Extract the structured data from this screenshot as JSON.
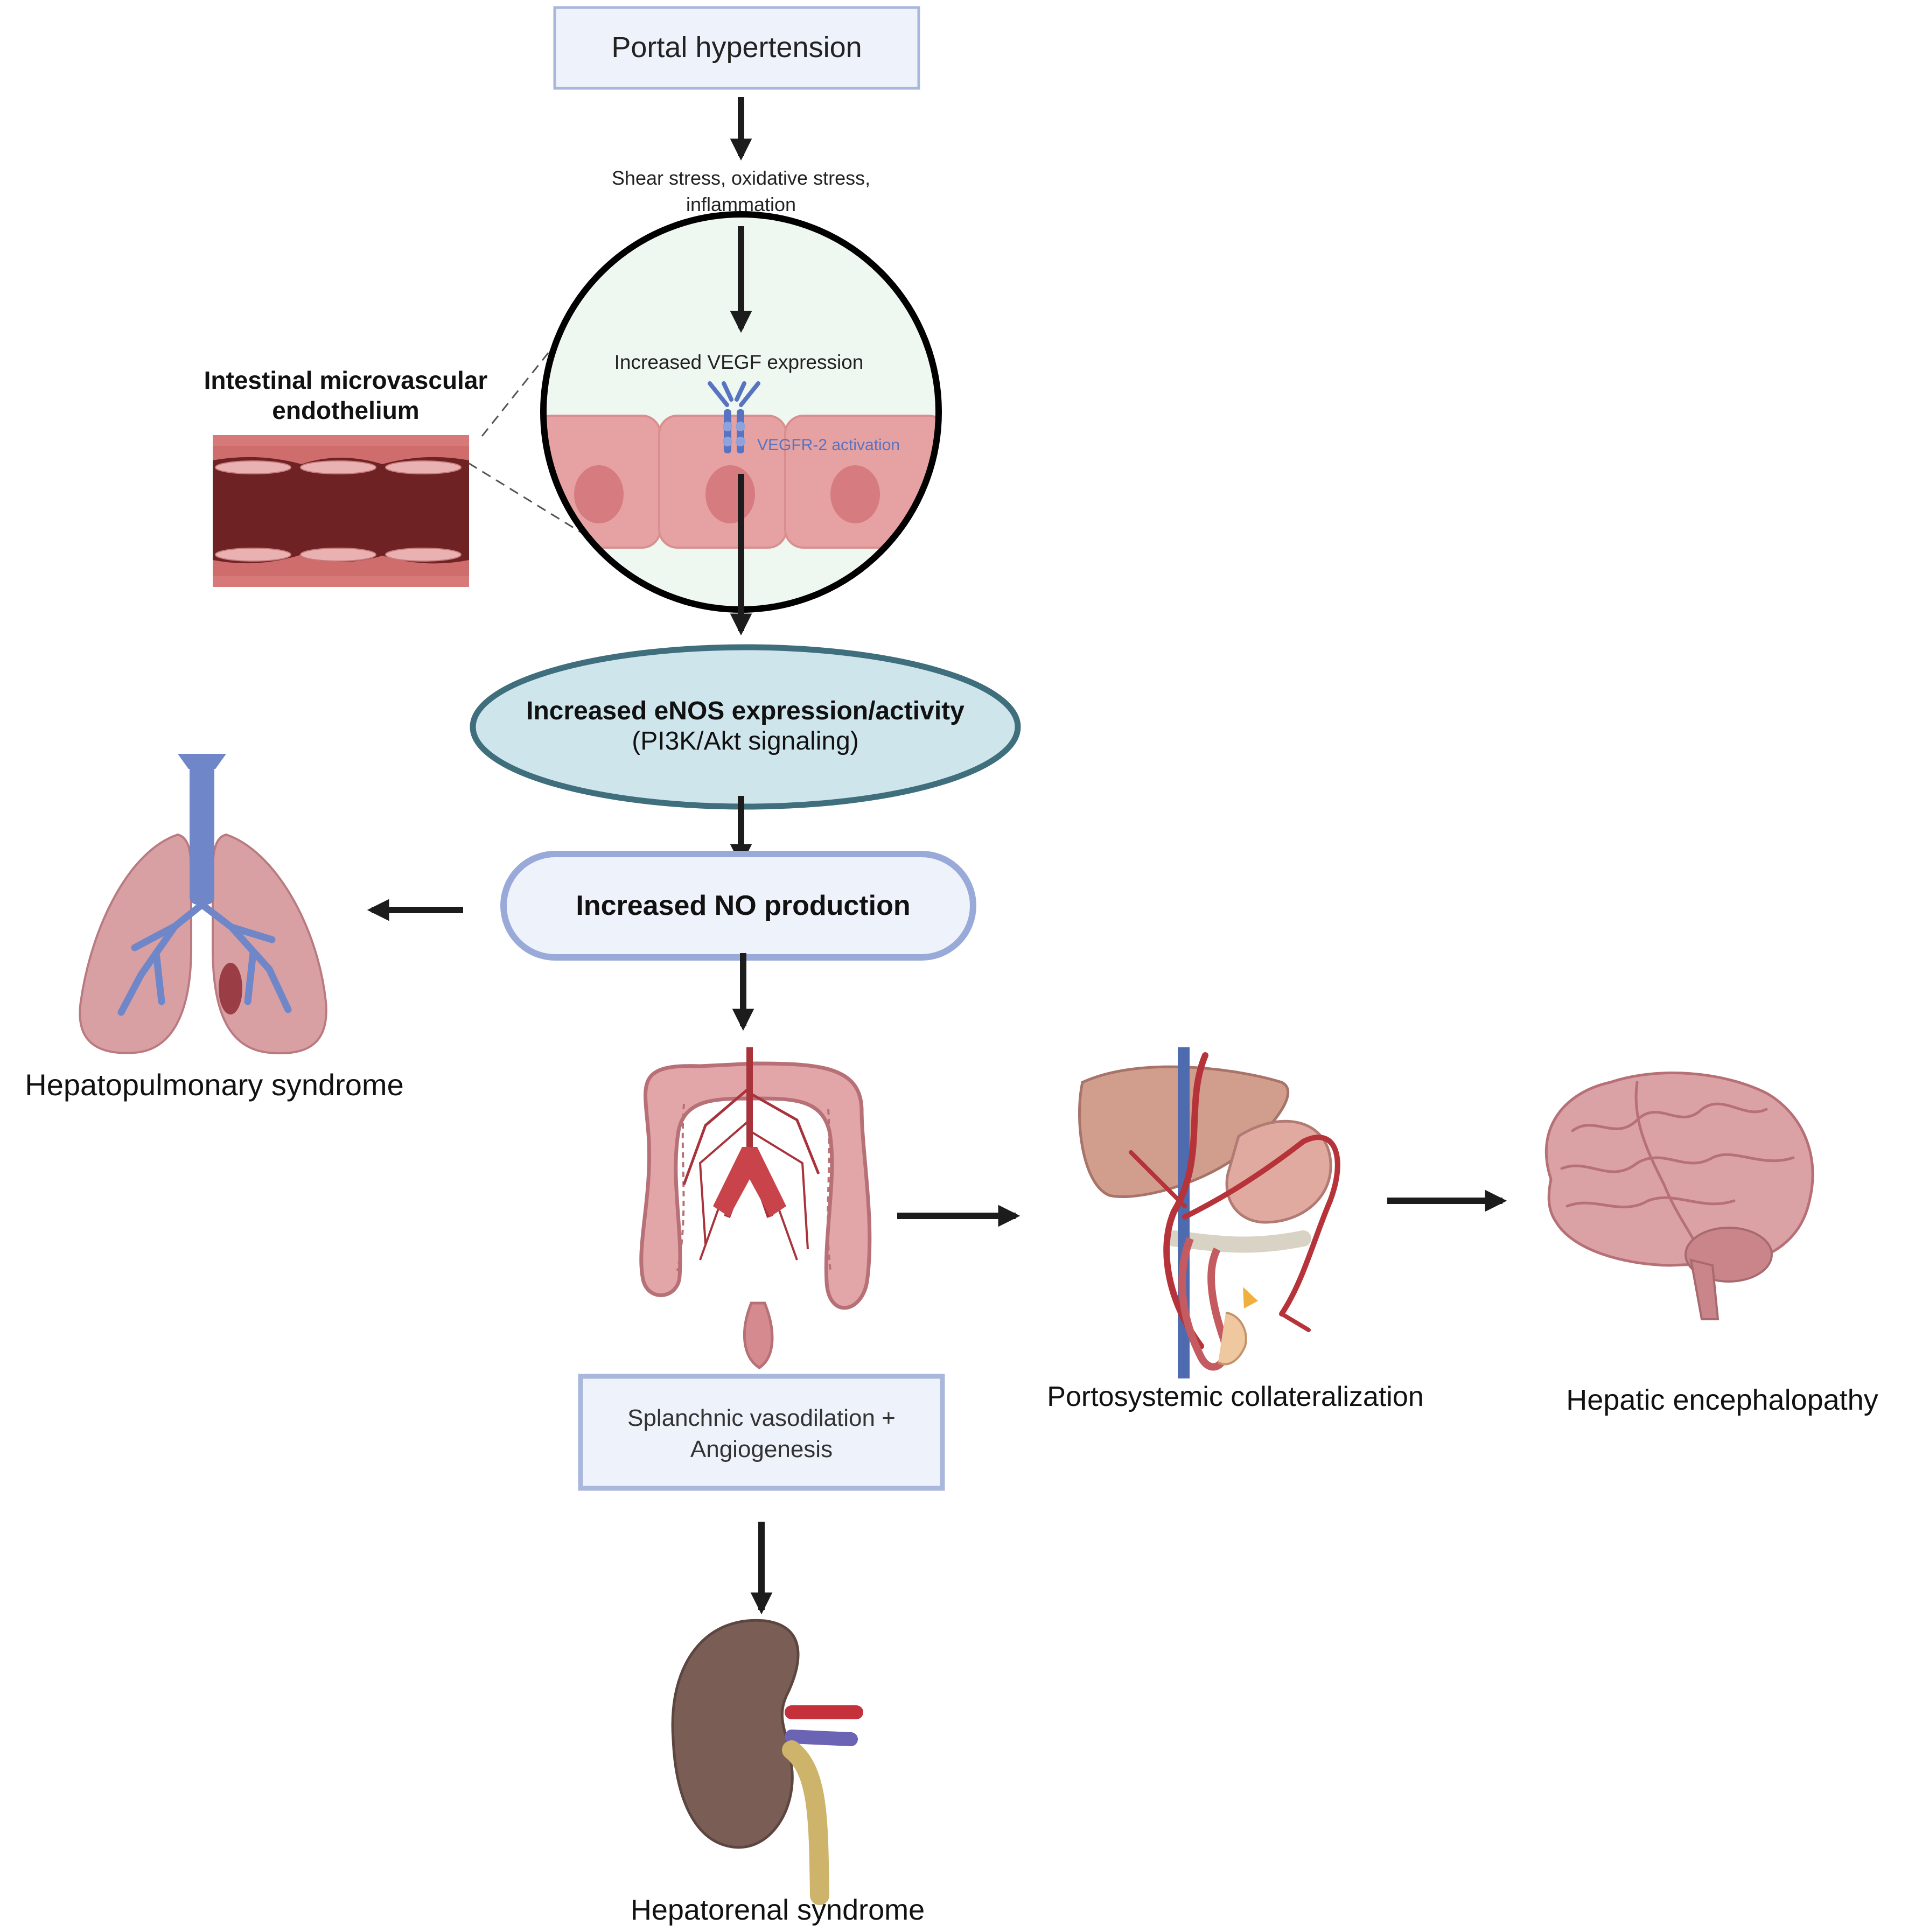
{
  "nodes": {
    "portal_hypertension": "Portal hypertension",
    "stress_line1": "Shear stress, oxidative stress,",
    "stress_line2": "inflammation",
    "vegf_expression": "Increased VEGF expression",
    "vegfr2_activation": "VEGFR-2 activation",
    "endothelium_line1": "Intestinal microvascular",
    "endothelium_line2": "endothelium",
    "enos_line1": "Increased eNOS expression/activity",
    "enos_line2": "(PI3K/Akt signaling)",
    "no_production": "Increased NO production",
    "hepatopulmonary": "Hepatopulmonary syndrome",
    "splanchnic_line1": "Splanchnic vasodilation +",
    "splanchnic_line2": "Angiogenesis",
    "portosystemic": "Portosystemic collateralization",
    "encephalopathy": "Hepatic encephalopathy",
    "hepatorenal": "Hepatorenal syndrome"
  },
  "illustrations": [
    "vessel-segment",
    "endothelial-cell-zoom",
    "vegfr2-receptor",
    "lungs",
    "intestine",
    "liver-stomach-collaterals",
    "brain",
    "kidney"
  ],
  "colors": {
    "box_fill": "#eef2fb",
    "box_border": "#a9b7dc",
    "enos_fill": "#cfe5ec",
    "enos_border": "#3f6e7c",
    "no_fill": "#eef2fb",
    "no_border": "#9aaad8",
    "arrow": "#1c1c1c",
    "zoom_fill": "#eef8f0",
    "cell_fill": "#e6a2a2",
    "nucleus": "#d67b80",
    "receptor": "#5873c2",
    "vessel_wall": "#cf6c6c",
    "vessel_lumen": "#6e2223",
    "organ_pink": "#d9a0a4",
    "artery": "#b6333a",
    "vein": "#4f6bb0"
  }
}
